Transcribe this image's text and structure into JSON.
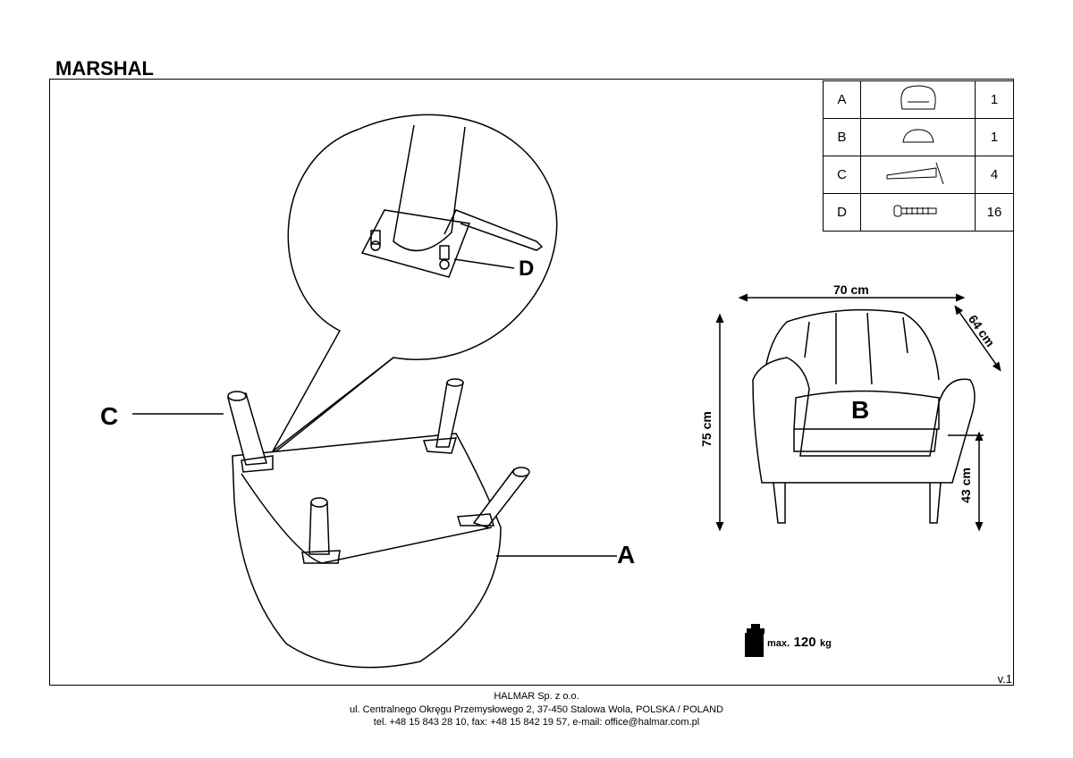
{
  "title": "MARSHAL",
  "parts": [
    {
      "label": "A",
      "icon": "armchair-icon",
      "qty": "1"
    },
    {
      "label": "B",
      "icon": "cushion-icon",
      "qty": "1"
    },
    {
      "label": "C",
      "icon": "leg-icon",
      "qty": "4"
    },
    {
      "label": "D",
      "icon": "bolt-icon",
      "qty": "16"
    }
  ],
  "callouts": {
    "a": "A",
    "b": "B",
    "c": "C",
    "d": "D"
  },
  "dimensions": {
    "width": "70 cm",
    "depth": "64 cm",
    "height": "75 cm",
    "seat_height": "43 cm"
  },
  "max_load": {
    "prefix": "max.",
    "value": "120",
    "unit": "kg"
  },
  "version": "v.1",
  "footer": {
    "company": "HALMAR Sp. z o.o.",
    "address": "ul. Centralnego Okręgu Przemysłowego 2, 37-450 Stalowa Wola, POLSKA / POLAND",
    "contact": "tel. +48 15 843 28 10, fax: +48 15 842 19 57, e-mail: office@halmar.com.pl"
  }
}
